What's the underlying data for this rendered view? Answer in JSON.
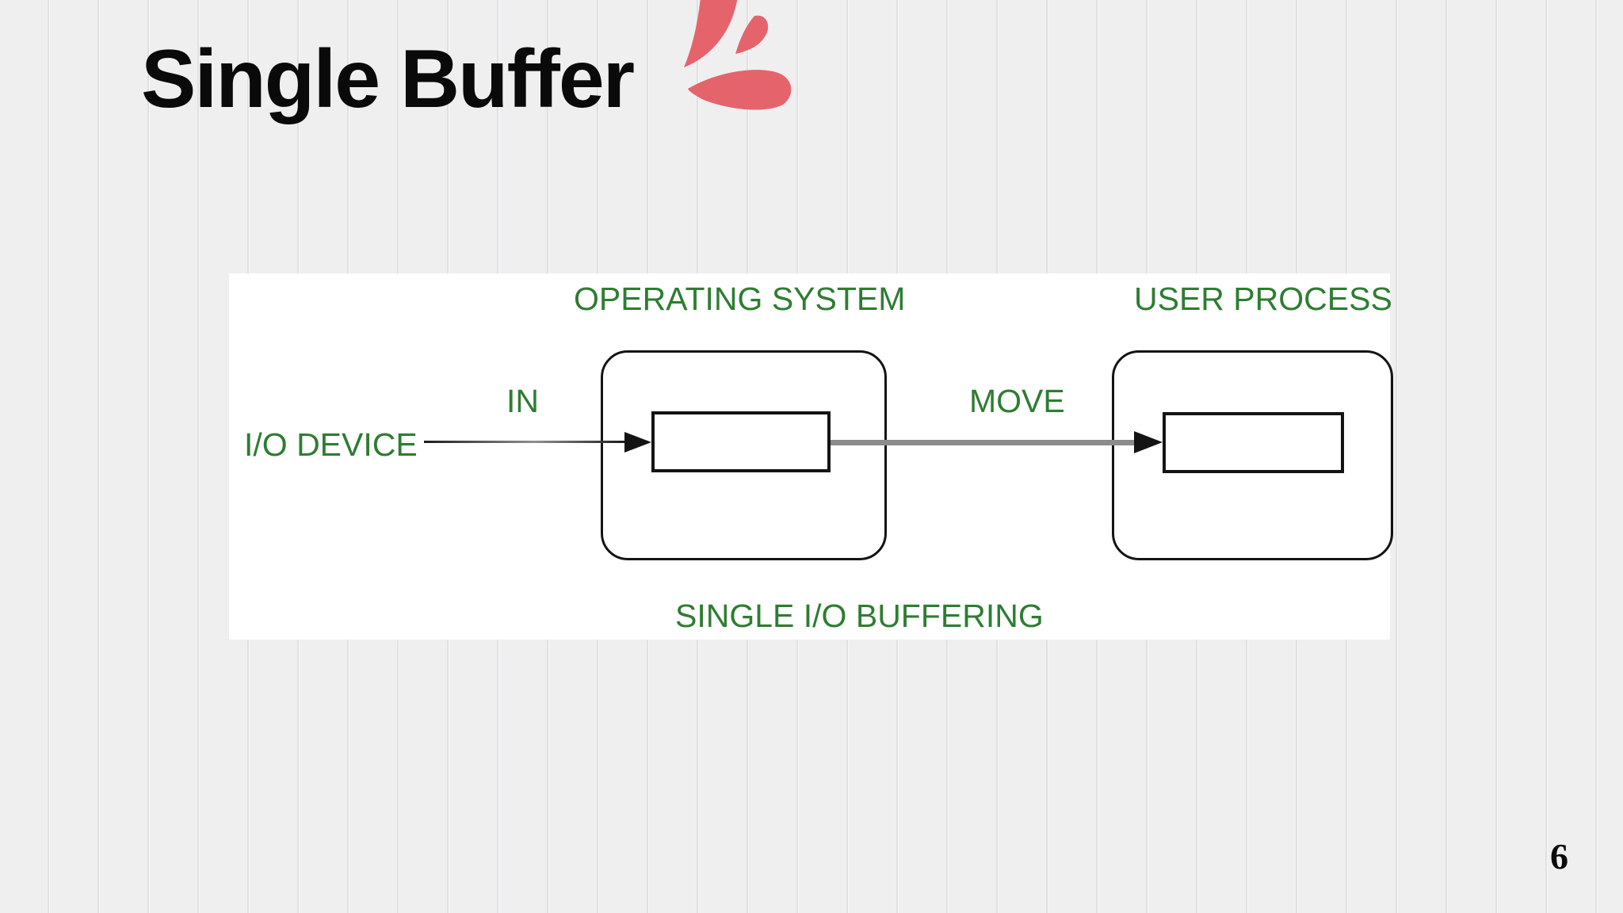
{
  "slide": {
    "title": "Single Buffer",
    "page_number": "6"
  },
  "diagram": {
    "os_label": "OPERATING SYSTEM",
    "user_process_label": "USER PROCESS",
    "io_device_label": "I/O DEVICE",
    "in_label": "IN",
    "move_label": "MOVE",
    "caption": "SINGLE I/O BUFFERING"
  },
  "icons": {
    "brand_logo": "red three-petal swoosh logo"
  },
  "colors": {
    "label_green": "#2e7d32",
    "logo_red": "#e5646c",
    "move_arrow_gray": "#8c8c8c",
    "diagram_line": "#141414",
    "background": "#efeff0",
    "stripe": "#e1e1e3",
    "stripe_highlight": "#f7f7f8",
    "panel_white": "#ffffff",
    "title_black": "#0a0a0a"
  }
}
